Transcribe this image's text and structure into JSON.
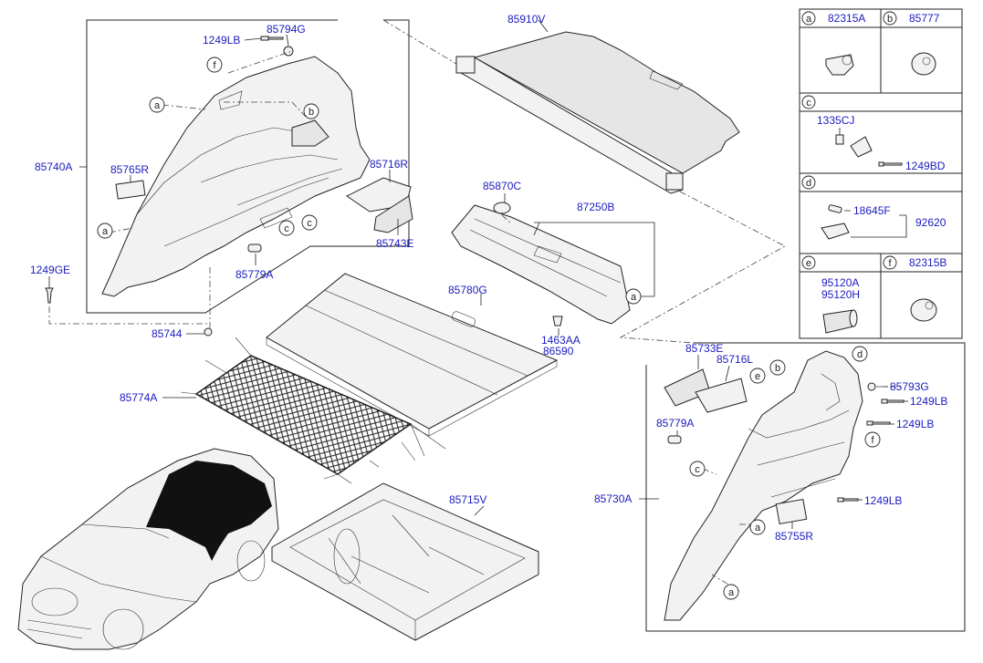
{
  "callouts": {
    "p85794G": "85794G",
    "p1249LB_tl": "1249LB",
    "p85910V": "85910V",
    "p85740A": "85740A",
    "p85765R": "85765R",
    "p85716R": "85716R",
    "p85743E": "85743E",
    "p85779A_l": "85779A",
    "p1249GE": "1249GE",
    "p85870C": "85870C",
    "p87250B": "87250B",
    "p85780G": "85780G",
    "p85744": "85744",
    "p1463AA": "1463AA",
    "p86590": "86590",
    "p85774A": "85774A",
    "p85715V": "85715V",
    "p85733E": "85733E",
    "p85716L": "85716L",
    "p85793G": "85793G",
    "p1249LB_r1": "1249LB",
    "p1249LB_r2": "1249LB",
    "p85779A_r": "85779A",
    "p85730A": "85730A",
    "p1249LB_r3": "1249LB",
    "p85755R": "85755R"
  },
  "letters": {
    "a": "a",
    "b": "b",
    "c": "c",
    "d": "d",
    "e": "e",
    "f": "f"
  },
  "legend": {
    "a_code": "82315A",
    "b_code": "85777",
    "c_code1": "1335CJ",
    "c_code2": "1249BD",
    "d_code1": "18645F",
    "d_code2": "92620",
    "e_code1": "95120A",
    "e_code2": "95120H",
    "f_code": "82315B"
  }
}
